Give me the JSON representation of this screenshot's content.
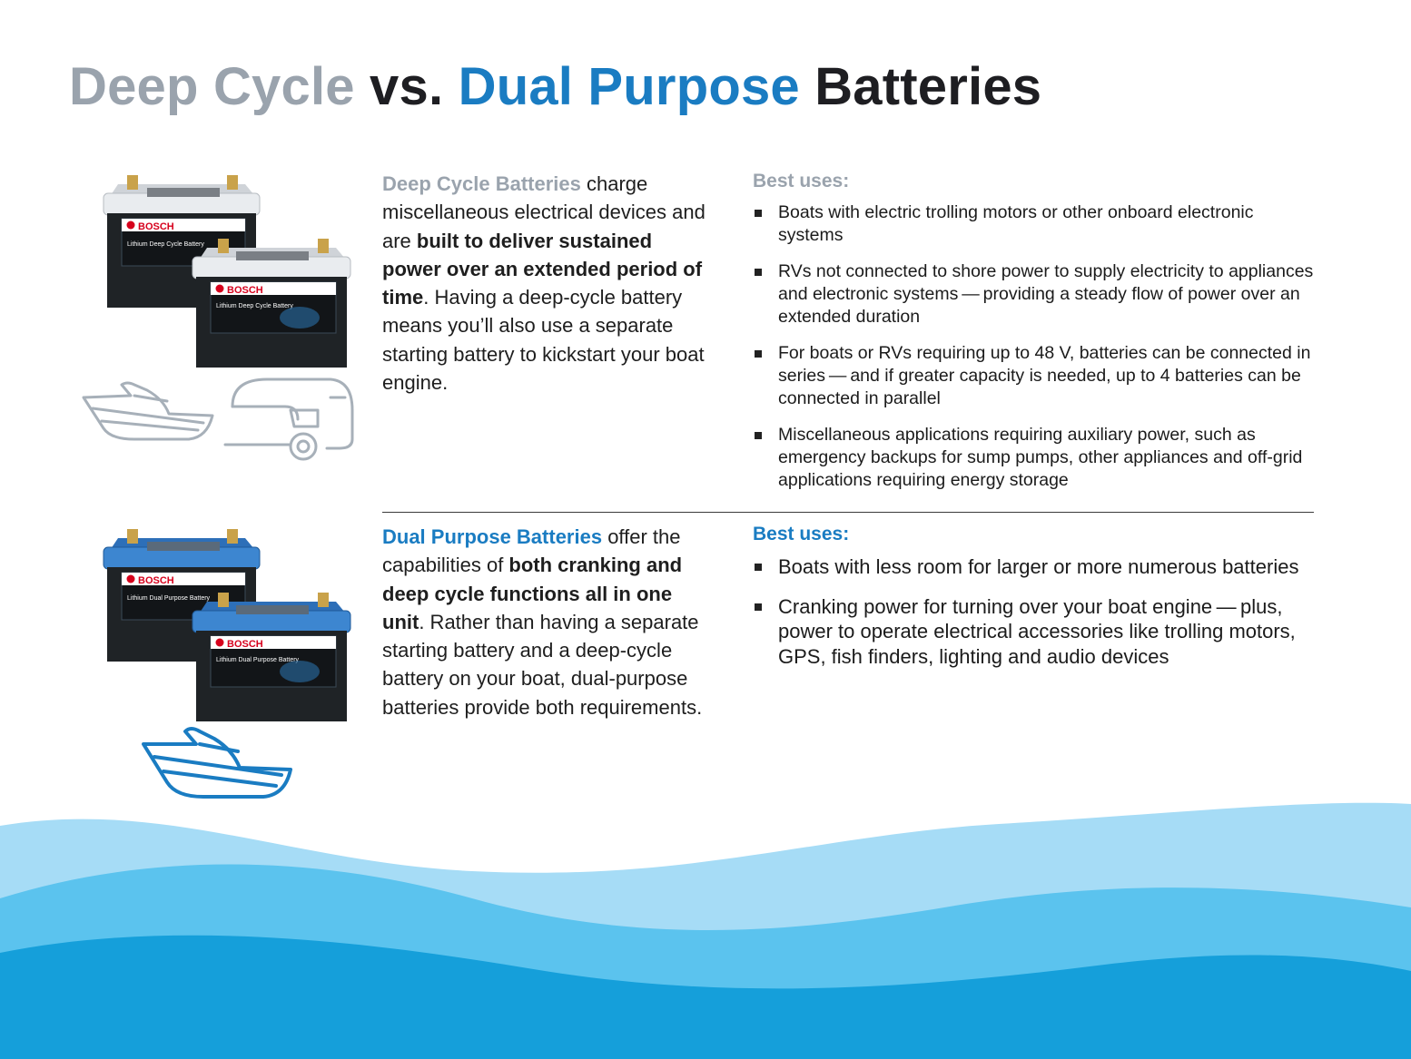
{
  "title": {
    "part1": "Deep Cycle",
    "part2": "vs.",
    "part3": "Dual Purpose",
    "part4": "Batteries"
  },
  "deep_cycle": {
    "battery_brand": "BOSCH",
    "battery_label": "Lithium Deep Cycle Battery",
    "description": {
      "lead": "Deep Cycle Batteries",
      "text1": " charge miscellaneous electrical devices and are ",
      "bold": "built to deliver sustained power over an extended period of time",
      "text2": ". Having a deep-cycle battery means you’ll also use a separate starting battery to kickstart your boat engine."
    },
    "uses_heading": "Best uses:",
    "uses": [
      "Boats with electric trolling motors or other onboard electronic systems",
      "RVs not connected to shore power to supply electricity to appliances and electronic systems — providing a steady flow of power over an extended duration",
      "For boats or RVs requiring up to 48 V, batteries can be connected in series — and if greater capacity is needed, up to 4 batteries can be connected in parallel",
      "Miscellaneous applications requiring auxiliary power, such as emergency backups for sump pumps, other appliances and off-grid applications requiring energy storage"
    ]
  },
  "dual_purpose": {
    "battery_brand": "BOSCH",
    "battery_label": "Lithium Dual Purpose Battery",
    "description": {
      "lead": "Dual Purpose Batteries",
      "text1": " offer the capabilities of ",
      "bold": "both cranking and deep cycle functions all in one unit",
      "text2": ". Rather than having a separate starting battery and a deep-cycle battery on your boat, dual-purpose batteries provide both requirements."
    },
    "uses_heading": "Best uses:",
    "uses": [
      "Boats with less room for larger or more numerous batteries",
      "Cranking power for turning over your boat engine — plus, power to operate electrical accessories like trolling motors, GPS, fish finders, lighting and audio devices"
    ]
  },
  "colors": {
    "grey_accent": "#9aa3ad",
    "blue_accent": "#1a7cc2",
    "text": "#1e1e22",
    "wave_dark": "#159fda",
    "wave_mid": "#5bc3ee",
    "wave_light": "#a6dcf6"
  }
}
